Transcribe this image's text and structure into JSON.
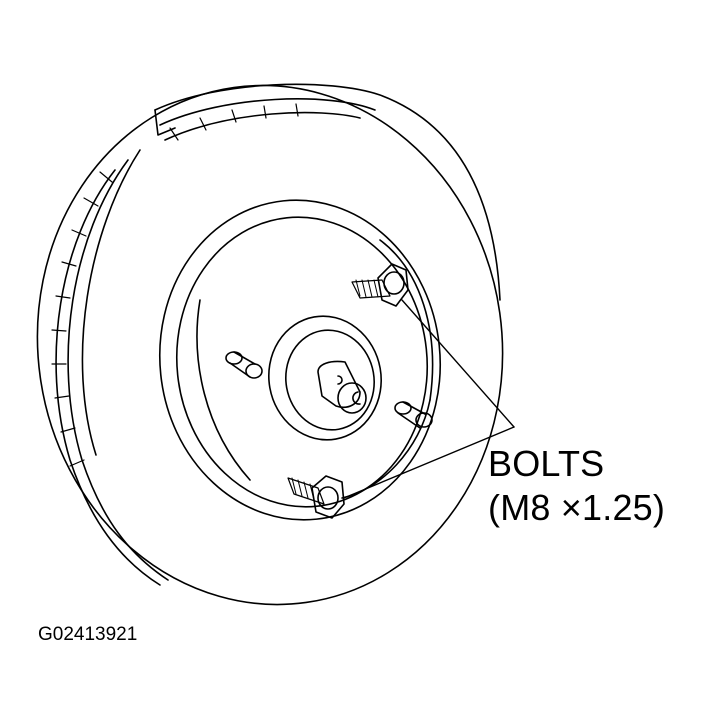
{
  "callout": {
    "line1": "BOLTS",
    "line2": "(M8 ×1.25)"
  },
  "figure_id": "G02413921",
  "colors": {
    "ink": "#000000",
    "paper": "#ffffff"
  }
}
